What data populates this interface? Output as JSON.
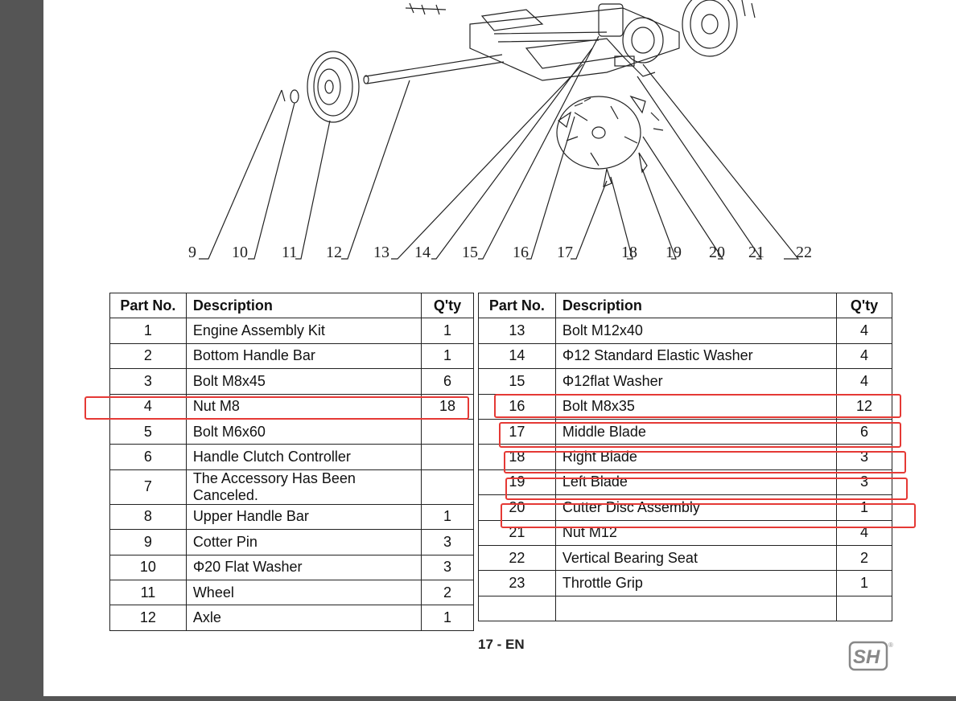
{
  "callouts": [
    "9",
    "10",
    "11",
    "12",
    "13",
    "14",
    "15",
    "16",
    "17",
    "18",
    "19",
    "20",
    "21",
    "22"
  ],
  "headers": {
    "part_no": "Part No.",
    "description": "Description",
    "qty": "Q'ty"
  },
  "left_rows": [
    {
      "no": "1",
      "desc": "Engine Assembly Kit",
      "qty": "1"
    },
    {
      "no": "2",
      "desc": "Bottom Handle Bar",
      "qty": "1"
    },
    {
      "no": "3",
      "desc": "Bolt M8x45",
      "qty": "6"
    },
    {
      "no": "4",
      "desc": "Nut M8",
      "qty": "18"
    },
    {
      "no": "5",
      "desc": "Bolt M6x60",
      "qty": ""
    },
    {
      "no": "6",
      "desc": "Handle Clutch Controller",
      "qty": ""
    },
    {
      "no": "7",
      "desc": "The Accessory Has Been Canceled.",
      "qty": ""
    },
    {
      "no": "8",
      "desc": "Upper Handle Bar",
      "qty": "1"
    },
    {
      "no": "9",
      "desc": "Cotter Pin",
      "qty": "3"
    },
    {
      "no": "10",
      "desc": "Φ20 Flat Washer",
      "qty": "3"
    },
    {
      "no": "11",
      "desc": "Wheel",
      "qty": "2"
    },
    {
      "no": "12",
      "desc": "Axle",
      "qty": "1"
    }
  ],
  "right_rows": [
    {
      "no": "13",
      "desc": "Bolt M12x40",
      "qty": "4"
    },
    {
      "no": "14",
      "desc": "Φ12 Standard Elastic Washer",
      "qty": "4"
    },
    {
      "no": "15",
      "desc": "Φ12flat Washer",
      "qty": "4"
    },
    {
      "no": "16",
      "desc": "Bolt M8x35",
      "qty": "12"
    },
    {
      "no": "17",
      "desc": "Middle Blade",
      "qty": "6"
    },
    {
      "no": "18",
      "desc": "Right Blade",
      "qty": "3"
    },
    {
      "no": "19",
      "desc": "Left Blade",
      "qty": "3"
    },
    {
      "no": "20",
      "desc": "Cutter Disc Assembly",
      "qty": "1"
    },
    {
      "no": "21",
      "desc": "Nut M12",
      "qty": "4"
    },
    {
      "no": "22",
      "desc": "Vertical Bearing Seat",
      "qty": "2"
    },
    {
      "no": "23",
      "desc": "Throttle Grip",
      "qty": "1"
    },
    {
      "no": "",
      "desc": "",
      "qty": ""
    }
  ],
  "page_number": "17 - EN",
  "logo": {
    "text": "SH",
    "icon": "sh-brand-logo",
    "color": "#888888"
  },
  "highlight_color": "#e53935"
}
